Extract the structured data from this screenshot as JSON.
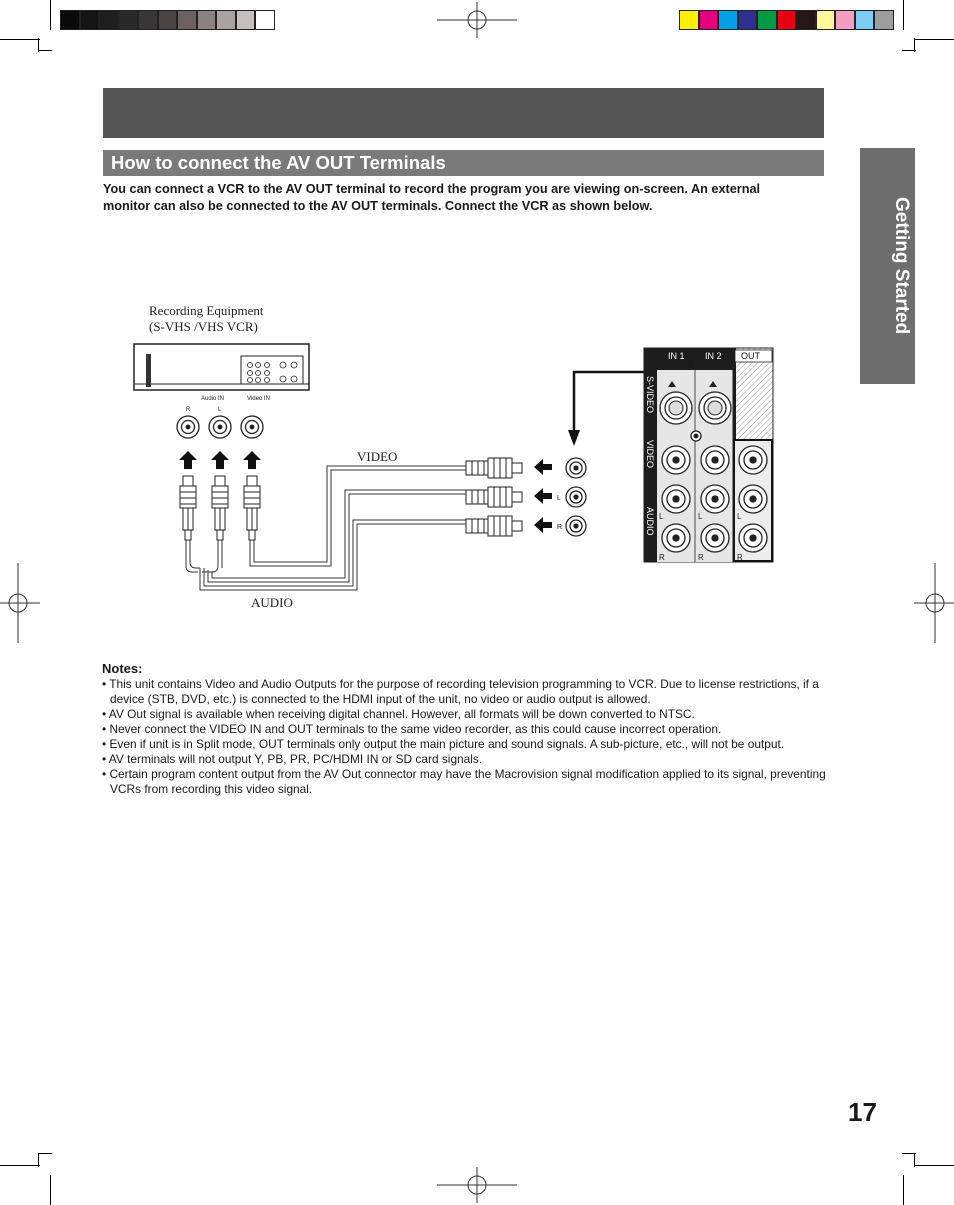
{
  "colors": {
    "header_bar": "#555555",
    "section_bar": "#7a7a7a",
    "side_tab": "#6e6e6e",
    "grayscale_strip": [
      "#0a0a0a",
      "#141414",
      "#1e1e1e",
      "#282828",
      "#3a3536",
      "#4a4444",
      "#6a6160",
      "#8a8180",
      "#aaa2a1",
      "#c8c0c0",
      "#ffffff"
    ],
    "color_strip": [
      "#ffef00",
      "#e6007e",
      "#00a0e9",
      "#2e3192",
      "#009944",
      "#e60012",
      "#231815",
      "#fff799",
      "#f19ec2",
      "#7ecef4",
      "#9e9e9f"
    ]
  },
  "section": {
    "title": "How to connect the AV OUT Terminals"
  },
  "intro": "You can connect a VCR to the AV OUT terminal to record the program you are viewing on-screen. An external monitor can also be connected to the AV OUT terminals. Connect the VCR as shown below.",
  "side_tab": {
    "label": "Getting Started"
  },
  "diagram": {
    "equipment_line1": "Recording Equipment",
    "equipment_line2": "(S-VHS /VHS VCR)",
    "vcr_jack_labels": {
      "audio_in": "Audio IN",
      "video_in": "Video IN",
      "r": "R",
      "l": "L"
    },
    "video_label": "VIDEO",
    "audio_label": "AUDIO",
    "tv_panel": {
      "tab_in1": "IN 1",
      "tab_in2": "IN 2",
      "tab_out": "OUT",
      "svideo": "S-VIDEO",
      "video": "VIDEO",
      "audio": "AUDIO",
      "l": "L",
      "r": "R"
    }
  },
  "notes": {
    "title": "Notes:",
    "items": [
      "• This unit contains Video and Audio Outputs for the purpose of recording television programming to VCR. Due to license restrictions, if a device (STB, DVD, etc.) is connected to the HDMI input of the unit, no video or audio output is allowed.",
      "• AV Out signal is available when receiving digital channel. However, all formats will be down converted to NTSC.",
      "• Never connect the VIDEO IN and OUT terminals to the same video recorder, as this could cause incorrect operation.",
      "• Even if unit is in Split mode, OUT terminals only output the main picture and sound signals. A sub-picture, etc., will not be output.",
      "• AV terminals will not output Y, PB, PR, PC/HDMI IN or SD card signals.",
      "• Certain program content output from the AV Out connector may have the Macrovision signal modification applied to its signal, preventing VCRs from recording this video signal."
    ]
  },
  "page_number": "17"
}
